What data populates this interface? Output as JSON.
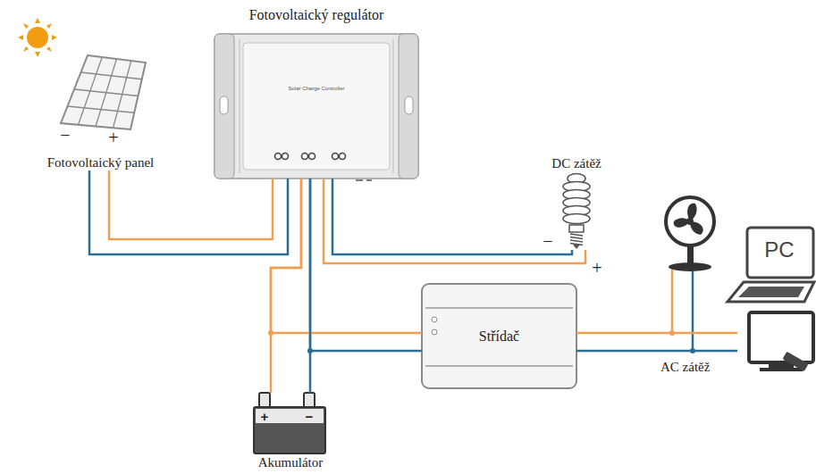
{
  "diagram": {
    "nodes": [
      {
        "text": [
          "Fotovoltaický regulátor",
          "Solar Charge Controller"
        ]
      },
      {
        "text": [
          "Fotovoltaický panel"
        ]
      },
      {
        "text": [
          "DC zátěž"
        ]
      },
      {
        "text": [
          "Střídač"
        ]
      },
      {
        "text": [
          "AC zátěž"
        ]
      },
      {
        "text": [
          "Akumulátor"
        ]
      }
    ],
    "edges": [
      {
        "from": 1,
        "to": 0,
        "arrow": "none"
      },
      {
        "from": 1,
        "to": 0,
        "arrow": "none"
      },
      {
        "from": 0,
        "to": 2,
        "arrow": "none"
      },
      {
        "from": 0,
        "to": 2,
        "arrow": "none"
      },
      {
        "from": 0,
        "to": 5,
        "arrow": "none"
      },
      {
        "from": 0,
        "to": 5,
        "arrow": "none"
      },
      {
        "from": 0,
        "to": 3,
        "arrow": "none"
      },
      {
        "from": 0,
        "to": 3,
        "arrow": "none"
      },
      {
        "from": 3,
        "to": 4,
        "arrow": "none"
      },
      {
        "from": 3,
        "to": 4,
        "arrow": "none"
      }
    ],
    "labels": [
      "−",
      "+",
      "−",
      "+",
      "PC",
      "+",
      "−"
    ]
  }
}
